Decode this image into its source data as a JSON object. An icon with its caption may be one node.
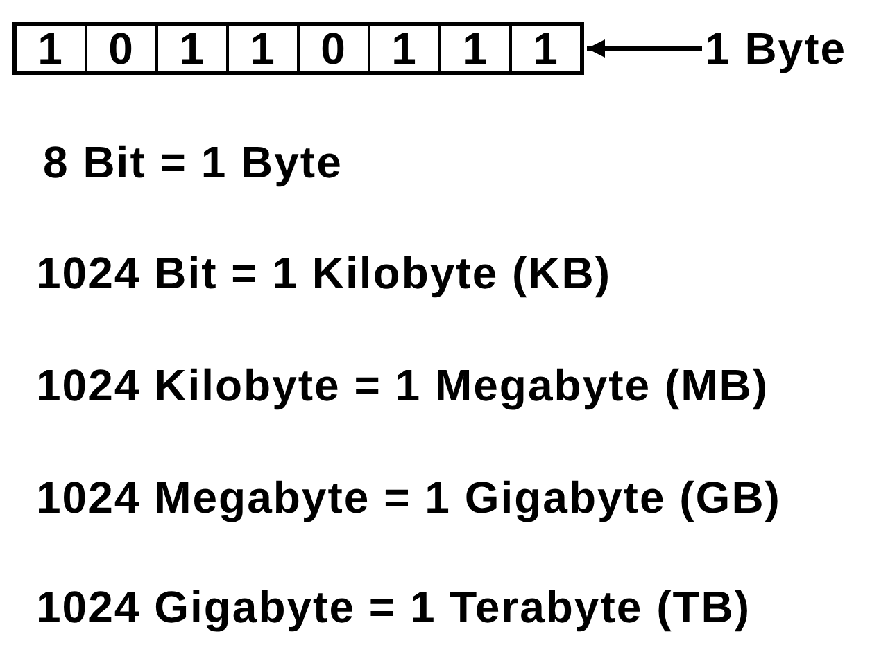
{
  "diagram": {
    "nodes": [
      {
        "text": [],
        "shape": "box"
      },
      {
        "text": [
          "1"
        ],
        "in": 0
      },
      {
        "text": [
          "0"
        ],
        "in": 0
      },
      {
        "text": [
          "1"
        ],
        "in": 0
      },
      {
        "text": [
          "1"
        ],
        "in": 0
      },
      {
        "text": [
          "0"
        ],
        "in": 0
      },
      {
        "text": [
          "1"
        ],
        "in": 0
      },
      {
        "text": [
          "1"
        ],
        "in": 0
      },
      {
        "text": [
          "1"
        ],
        "in": 0
      },
      {
        "text": [
          "1 Byte"
        ]
      }
    ],
    "edges": [
      {
        "from": 9,
        "to": 0,
        "arrow": "to"
      }
    ],
    "labels": [
      "8 Bit = 1 Byte",
      "1024 Bit = 1 Kilobyte (KB)",
      "1024 Kilobyte = 1 Megabyte (MB)",
      "1024 Megabyte = 1 Gigabyte (GB)",
      "1024 Gigabyte = 1 Terabyte (TB)"
    ]
  }
}
